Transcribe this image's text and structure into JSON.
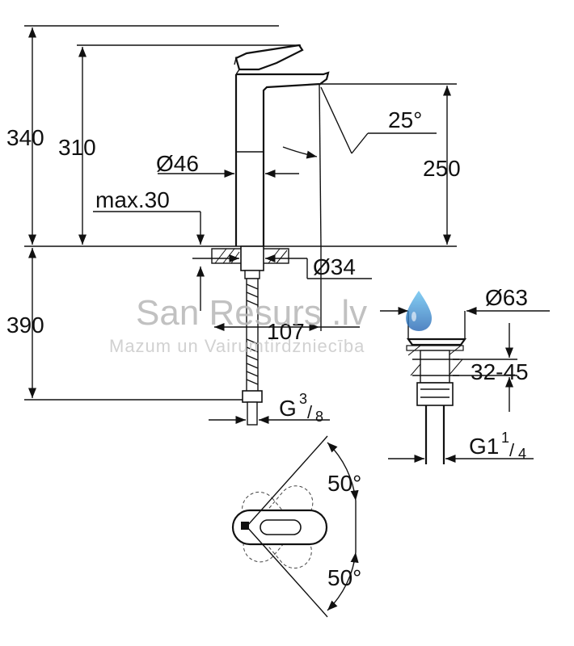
{
  "dimensions": {
    "d340": "340",
    "d310": "310",
    "d250": "250",
    "d390": "390",
    "angle25": "25°",
    "dia46": "Ø46",
    "dia34": "Ø34",
    "dia63": "Ø63",
    "max30": "max.30",
    "d107": "107",
    "thread_g38_base": "G",
    "thread_g38_num": "3",
    "thread_g38_den": "8",
    "range3245": "32-45",
    "thread_g114_base": "G1",
    "thread_g114_num": "1",
    "thread_g114_den": "4",
    "angle50_top": "50°",
    "angle50_bottom": "50°"
  },
  "watermark": {
    "title": "San Resurs .lv",
    "subtitle": "Mazum un Vairumtirdzniecība"
  },
  "colors": {
    "line": "#111111",
    "watermark": "#b7b7b7",
    "drop_top": "#4aa8e8",
    "drop_bottom": "#1d5fb0"
  }
}
